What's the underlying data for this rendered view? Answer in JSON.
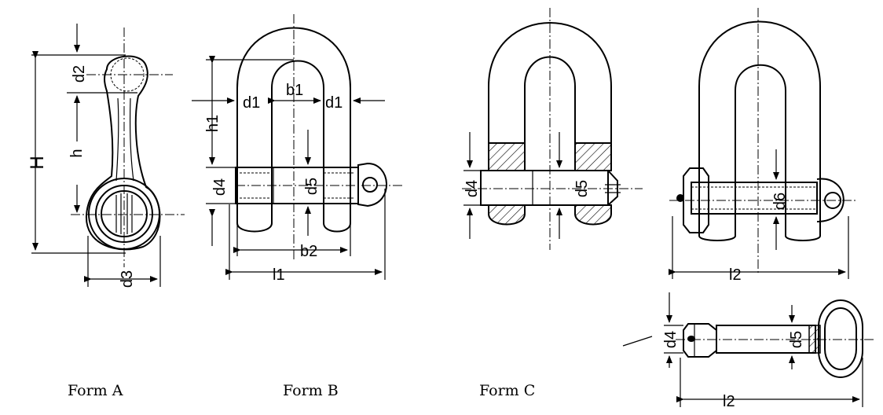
{
  "forms": [
    {
      "caption": "Form A",
      "labels": {
        "H": "H",
        "h": "h",
        "d2": "d2",
        "d3": "d3"
      }
    },
    {
      "caption": "Form B",
      "labels": {
        "d1_left": "d1",
        "b1": "b1",
        "d1_right": "d1",
        "h1": "h1",
        "d4": "d4",
        "d5": "d5",
        "b2": "b2",
        "l1": "l1"
      }
    },
    {
      "caption": "Form C",
      "labels": {
        "d4": "d4",
        "d5": "d5"
      }
    },
    {
      "caption": "",
      "labels": {
        "d6": "d6",
        "l2_top": "l2",
        "d4": "d4",
        "d5": "d5",
        "l2_bottom": "l2"
      }
    }
  ]
}
